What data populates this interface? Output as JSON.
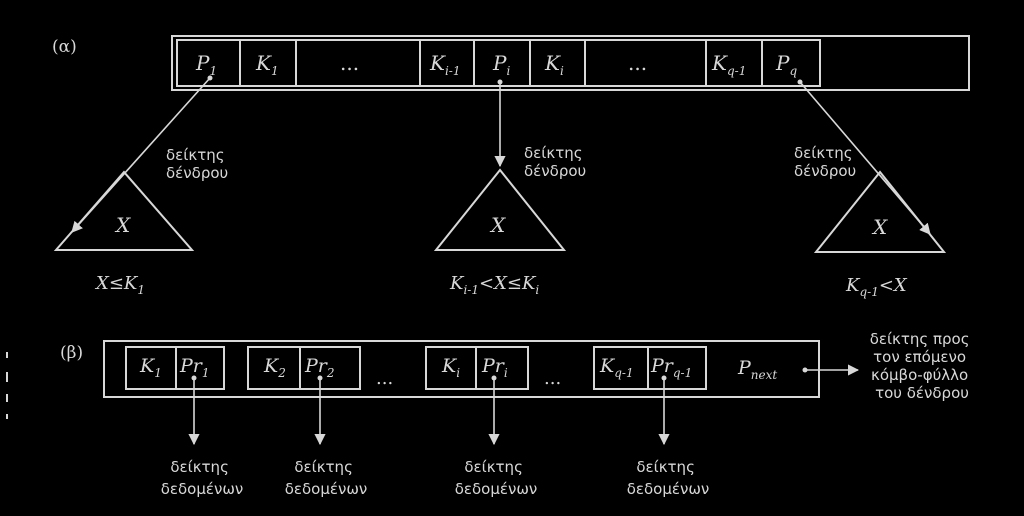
{
  "colors": {
    "background": "#000000",
    "stroke": "#d8d8d8",
    "text": "#d8d8d8"
  },
  "part_a": {
    "label": "(α)",
    "cells": [
      {
        "main": "P",
        "sub": "1"
      },
      {
        "main": "K",
        "sub": "1"
      },
      {
        "main": "...",
        "sub": ""
      },
      {
        "main": "K",
        "sub": "i-1"
      },
      {
        "main": "P",
        "sub": "i"
      },
      {
        "main": "K",
        "sub": "i"
      },
      {
        "main": "...",
        "sub": ""
      },
      {
        "main": "K",
        "sub": "q-1"
      },
      {
        "main": "P",
        "sub": "q"
      },
      {
        "main": "",
        "sub": ""
      }
    ],
    "pointer_label": [
      "δείκτης",
      "δένδρου"
    ],
    "subtree_var": "X",
    "conditions": [
      {
        "text": "X≤K",
        "sub": "1"
      },
      {
        "pre": "K",
        "pre_sub": "i-1",
        "text": "<X≤K",
        "sub": "i"
      },
      {
        "pre": "K",
        "pre_sub": "q-1",
        "text": "<X",
        "sub": ""
      }
    ]
  },
  "part_b": {
    "label": "(β)",
    "groups": [
      {
        "k": "K",
        "k_sub": "1",
        "pr": "Pr",
        "pr_sub": "1"
      },
      {
        "k": "K",
        "k_sub": "2",
        "pr": "Pr",
        "pr_sub": "2"
      },
      {
        "k": "K",
        "k_sub": "i",
        "pr": "Pr",
        "pr_sub": "i"
      },
      {
        "k": "K",
        "k_sub": "q-1",
        "pr": "Pr",
        "pr_sub": "q-1"
      }
    ],
    "ellipsis": "...",
    "next": {
      "main": "P",
      "sub": "next"
    },
    "data_pointer_label": [
      "δείκτης",
      "δεδομένων"
    ],
    "next_label": [
      "δείκτης προς",
      "τον επόμενο",
      "κόμβο-φύλλο",
      "του δένδρου"
    ]
  }
}
